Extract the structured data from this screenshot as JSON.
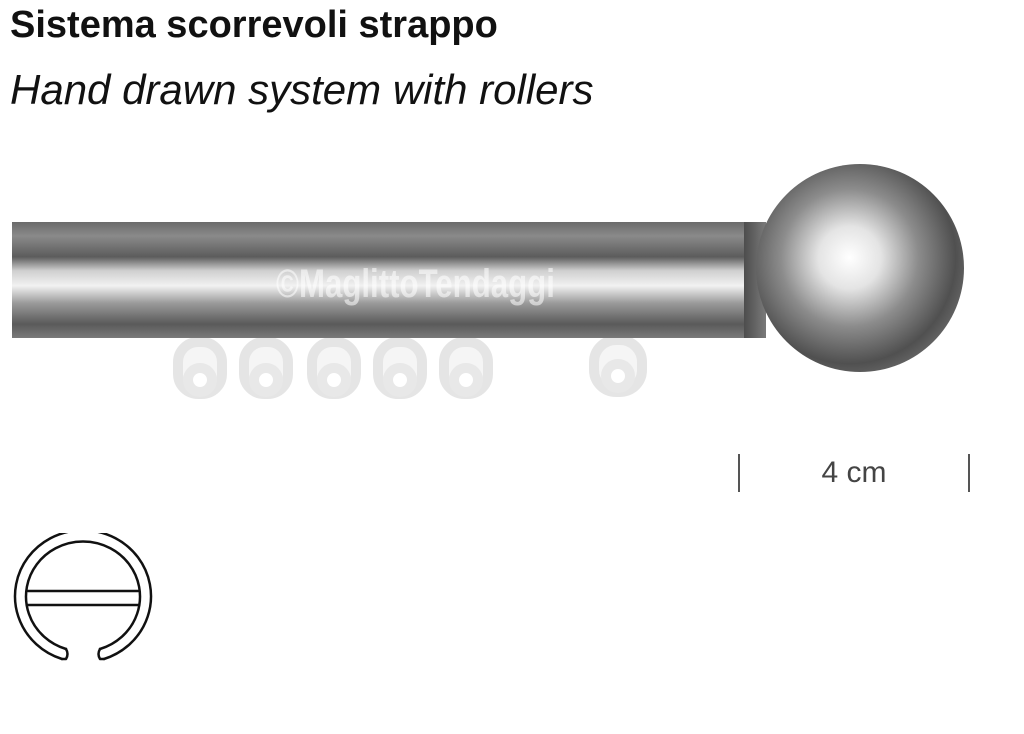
{
  "header": {
    "title_it": "Sistema scorrevoli strappo",
    "title_en": "Hand drawn system with rollers"
  },
  "product": {
    "watermark": "©MaglittoTendaggi",
    "icon": "curtain-rod-with-finial-and-rollers",
    "runner_count": 6
  },
  "dimension": {
    "label": "4 cm"
  },
  "profile": {
    "icon": "rail-profile-cross-section-icon"
  },
  "colors": {
    "rod_dark": "#5a5a5a",
    "rod_light": "#e8e8e8",
    "text": "#111111",
    "dimension_text": "#444444"
  }
}
